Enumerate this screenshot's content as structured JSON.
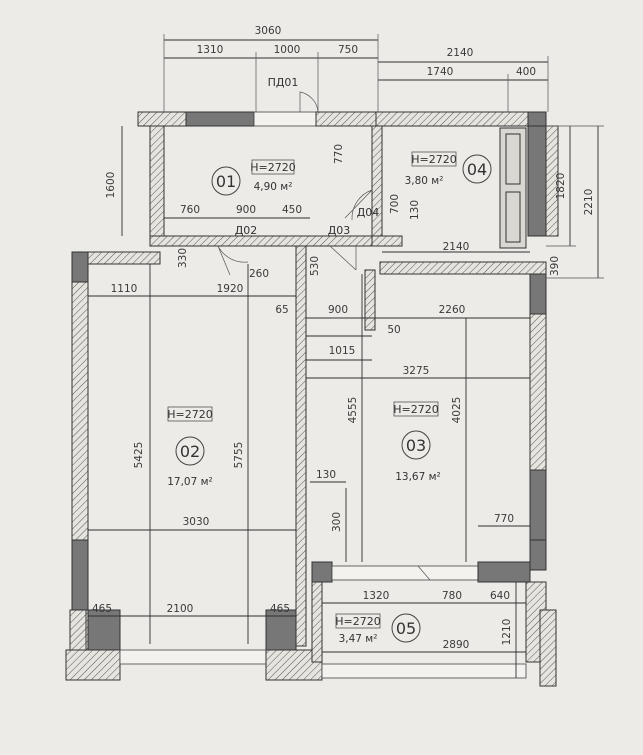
{
  "dims_top": [
    "3060",
    "1310",
    "1000",
    "750",
    "2140",
    "1740",
    "400"
  ],
  "dims_left": [
    "1600",
    "5425"
  ],
  "dims_right": [
    "1820",
    "2210",
    "390"
  ],
  "dims_inner": {
    "d760": "760",
    "d900a": "900",
    "d450": "450",
    "d770": "770",
    "d700": "700",
    "d130a": "130",
    "d2140": "2140",
    "d330": "330",
    "d260": "260",
    "d530": "530",
    "d1110": "1110",
    "d1920": "1920",
    "d65": "65",
    "d900b": "900",
    "d2260": "2260",
    "d50": "50",
    "d1015": "1015",
    "d3275": "3275",
    "d4555": "4555",
    "d4025": "4025",
    "d5755": "5755",
    "d3030": "3030",
    "d130b": "130",
    "d300": "300",
    "d770b": "770",
    "d465a": "465",
    "d2100": "2100",
    "d465b": "465",
    "d1320": "1320",
    "d780": "780",
    "d640": "640",
    "d1210": "1210",
    "d2890": "2890"
  },
  "doors": {
    "pd01": "ПД01",
    "d02": "Д02",
    "d03": "Д03",
    "d04": "Д04"
  },
  "rooms": [
    {
      "num": "01",
      "height": "H=2720",
      "area": "4,90 м²"
    },
    {
      "num": "02",
      "height": "H=2720",
      "area": "17,07 м²"
    },
    {
      "num": "03",
      "height": "H=2720",
      "area": "13,67 м²"
    },
    {
      "num": "04",
      "height": "H=2720",
      "area": "3,80 м²"
    },
    {
      "num": "05",
      "height": "H=2720",
      "area": "3,47 м²"
    }
  ]
}
